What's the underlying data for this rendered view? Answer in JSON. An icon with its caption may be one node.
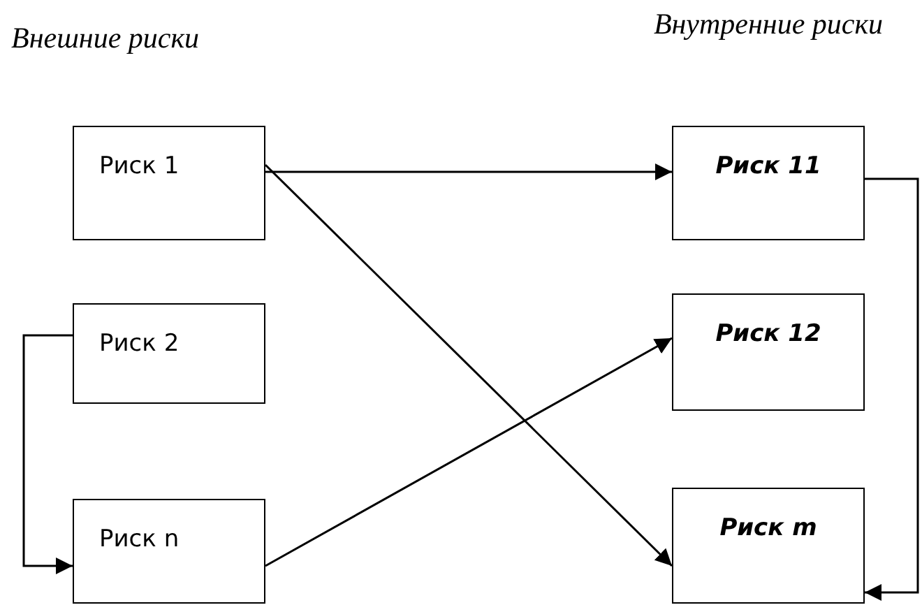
{
  "diagram": {
    "nodes": [
      {
        "text": [
          "Риск 1"
        ]
      },
      {
        "text": [
          "Риск 2"
        ]
      },
      {
        "text": [
          "Риск n"
        ]
      },
      {
        "text": [
          "Риск 11"
        ]
      },
      {
        "text": [
          "Риск 12"
        ]
      },
      {
        "text": [
          "Риск m"
        ]
      }
    ],
    "edges": [
      {
        "from": 0,
        "to": 3,
        "arrow": "to"
      },
      {
        "from": 0,
        "to": 5,
        "arrow": "to"
      },
      {
        "from": 2,
        "to": 4,
        "arrow": "to"
      },
      {
        "from": 1,
        "to": 2,
        "arrow": "to"
      },
      {
        "from": 3,
        "to": 5,
        "arrow": "to"
      }
    ],
    "labels": [
      "Внешние риски",
      "Внутренние риски"
    ]
  }
}
